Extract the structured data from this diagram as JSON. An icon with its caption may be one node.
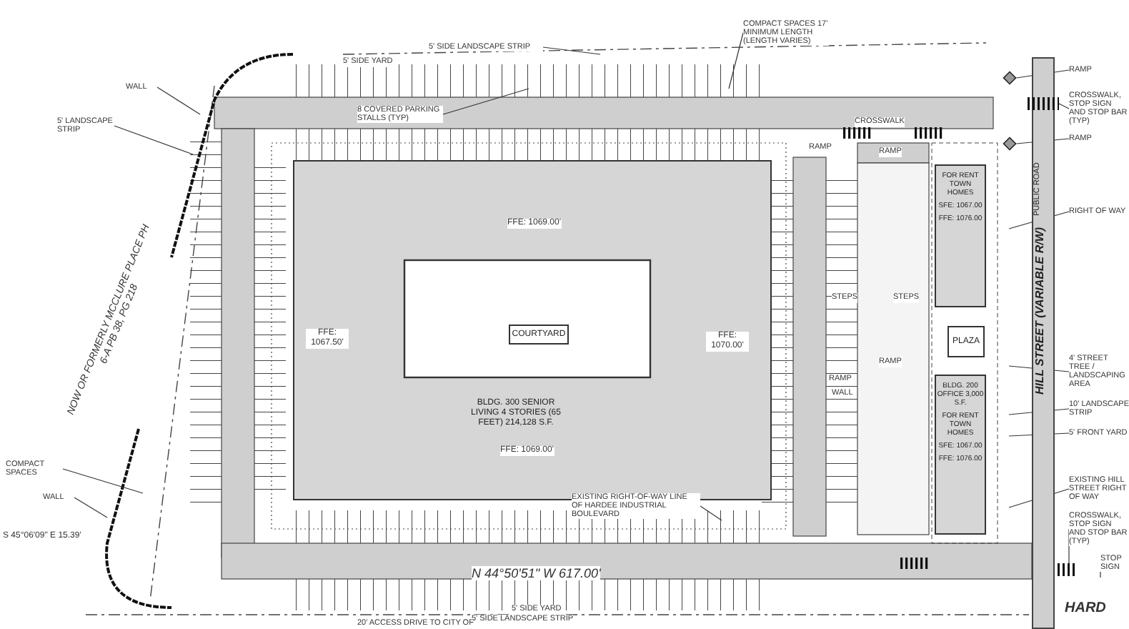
{
  "diagram": {
    "nodes": [
      {
        "text": [
          "BLDG. 300 SENIOR LIVING 4 STORIES (65 FEET) 214,128 S.F."
        ]
      },
      {
        "text": [
          "COURTYARD"
        ],
        "in": 0
      },
      {
        "text": [
          "PLAZA"
        ]
      },
      {
        "text": [
          "FOR RENT TOWN HOMES",
          "SFE: 1067.00",
          "FFE: 1076.00"
        ]
      },
      {
        "text": [
          "BLDG. 200 OFFICE 3,000 S.F.",
          "FOR RENT TOWN HOMES",
          "SFE: 1067.00",
          "FFE: 1076.00"
        ]
      },
      {
        "text": [
          "WALL"
        ]
      },
      {
        "text": [
          "5' LANDSCAPE STRIP"
        ]
      },
      {
        "text": [
          "COMPACT SPACES"
        ]
      },
      {
        "text": [
          "WALL"
        ]
      },
      {
        "text": [
          "8 COVERED PARKING STALLS (TYP)"
        ]
      },
      {
        "text": [
          "COMPACT SPACES 17' MINIMUM LENGTH (LENGTH VARIES)"
        ]
      },
      {
        "text": [
          "RAMP"
        ]
      },
      {
        "text": [
          "CROSSWALK, STOP SIGN AND STOP BAR (TYP)"
        ]
      },
      {
        "text": [
          "RAMP"
        ]
      },
      {
        "text": [
          "RIGHT OF WAY"
        ]
      },
      {
        "text": [
          "4' STREET TREE / LANDSCAPING AREA"
        ]
      },
      {
        "text": [
          "10' LANDSCAPE STRIP"
        ]
      },
      {
        "text": [
          "5' FRONT YARD"
        ]
      },
      {
        "text": [
          "EXISTING HILL STREET RIGHT OF WAY"
        ]
      },
      {
        "text": [
          "CROSSWALK, STOP SIGN AND STOP BAR (TYP)"
        ]
      },
      {
        "text": [
          "STOP SIGN"
        ]
      },
      {
        "text": [
          "EXISTING RIGHT-OF-WAY LINE OF HARDEE INDUSTRIAL BOULEVARD"
        ]
      },
      {
        "text": [
          "5' SIDE LANDSCAPE STRIP"
        ]
      },
      {
        "text": [
          "HILL STREET (VARIABLE R/W)",
          "PUBLIC ROAD"
        ]
      },
      {
        "text": [],
        "shape": "diamond"
      },
      {
        "text": [],
        "shape": "box"
      },
      {
        "text": [],
        "shape": "diamond"
      },
      {
        "text": [],
        "shape": "box"
      }
    ],
    "edges": [
      {
        "from": 5,
        "to": null,
        "arrow": "none"
      },
      {
        "from": 6,
        "to": null,
        "arrow": "none"
      },
      {
        "from": 7,
        "to": null,
        "arrow": "none"
      },
      {
        "from": 8,
        "to": null,
        "arrow": "none"
      },
      {
        "from": 9,
        "to": null,
        "arrow": "none"
      },
      {
        "from": 10,
        "to": null,
        "arrow": "none"
      },
      {
        "from": 11,
        "to": 24,
        "arrow": "none"
      },
      {
        "from": 12,
        "to": 25,
        "arrow": "none"
      },
      {
        "from": 13,
        "to": 26,
        "arrow": "none"
      },
      {
        "from": 14,
        "to": null,
        "arrow": "none"
      },
      {
        "from": 15,
        "to": null,
        "arrow": "none"
      },
      {
        "from": 16,
        "to": null,
        "arrow": "none"
      },
      {
        "from": 17,
        "to": null,
        "arrow": "none"
      },
      {
        "from": 18,
        "to": null,
        "arrow": "none"
      },
      {
        "from": 19,
        "to": 27,
        "arrow": "none"
      },
      {
        "from": 20,
        "to": null,
        "arrow": "none"
      },
      {
        "from": 21,
        "to": null,
        "arrow": "none"
      },
      {
        "from": 22,
        "to": null,
        "arrow": "none"
      }
    ],
    "labels": [
      "NOW OR FORMERLY MCCLURE PLACE PH 6-A PB 38, PG 218",
      "S 45°06'09\" E 15.39'",
      "N 44°50'51\" W 617.00'",
      "HARD",
      "FFE: 1069.00'",
      "FFE: 1067.50'",
      "FFE: 1070.00'",
      "FFE: 1069.00'",
      "CROSSWALK",
      "RAMP",
      "RAMP",
      "RAMP",
      "RAMP",
      "STEPS",
      "STEPS",
      "WALL",
      "5' SIDE YARD",
      "5' SIDE YARD",
      "5' SIDE LANDSCAPE STRIP",
      "20' ACCESS DRIVE TO CITY OF"
    ]
  }
}
